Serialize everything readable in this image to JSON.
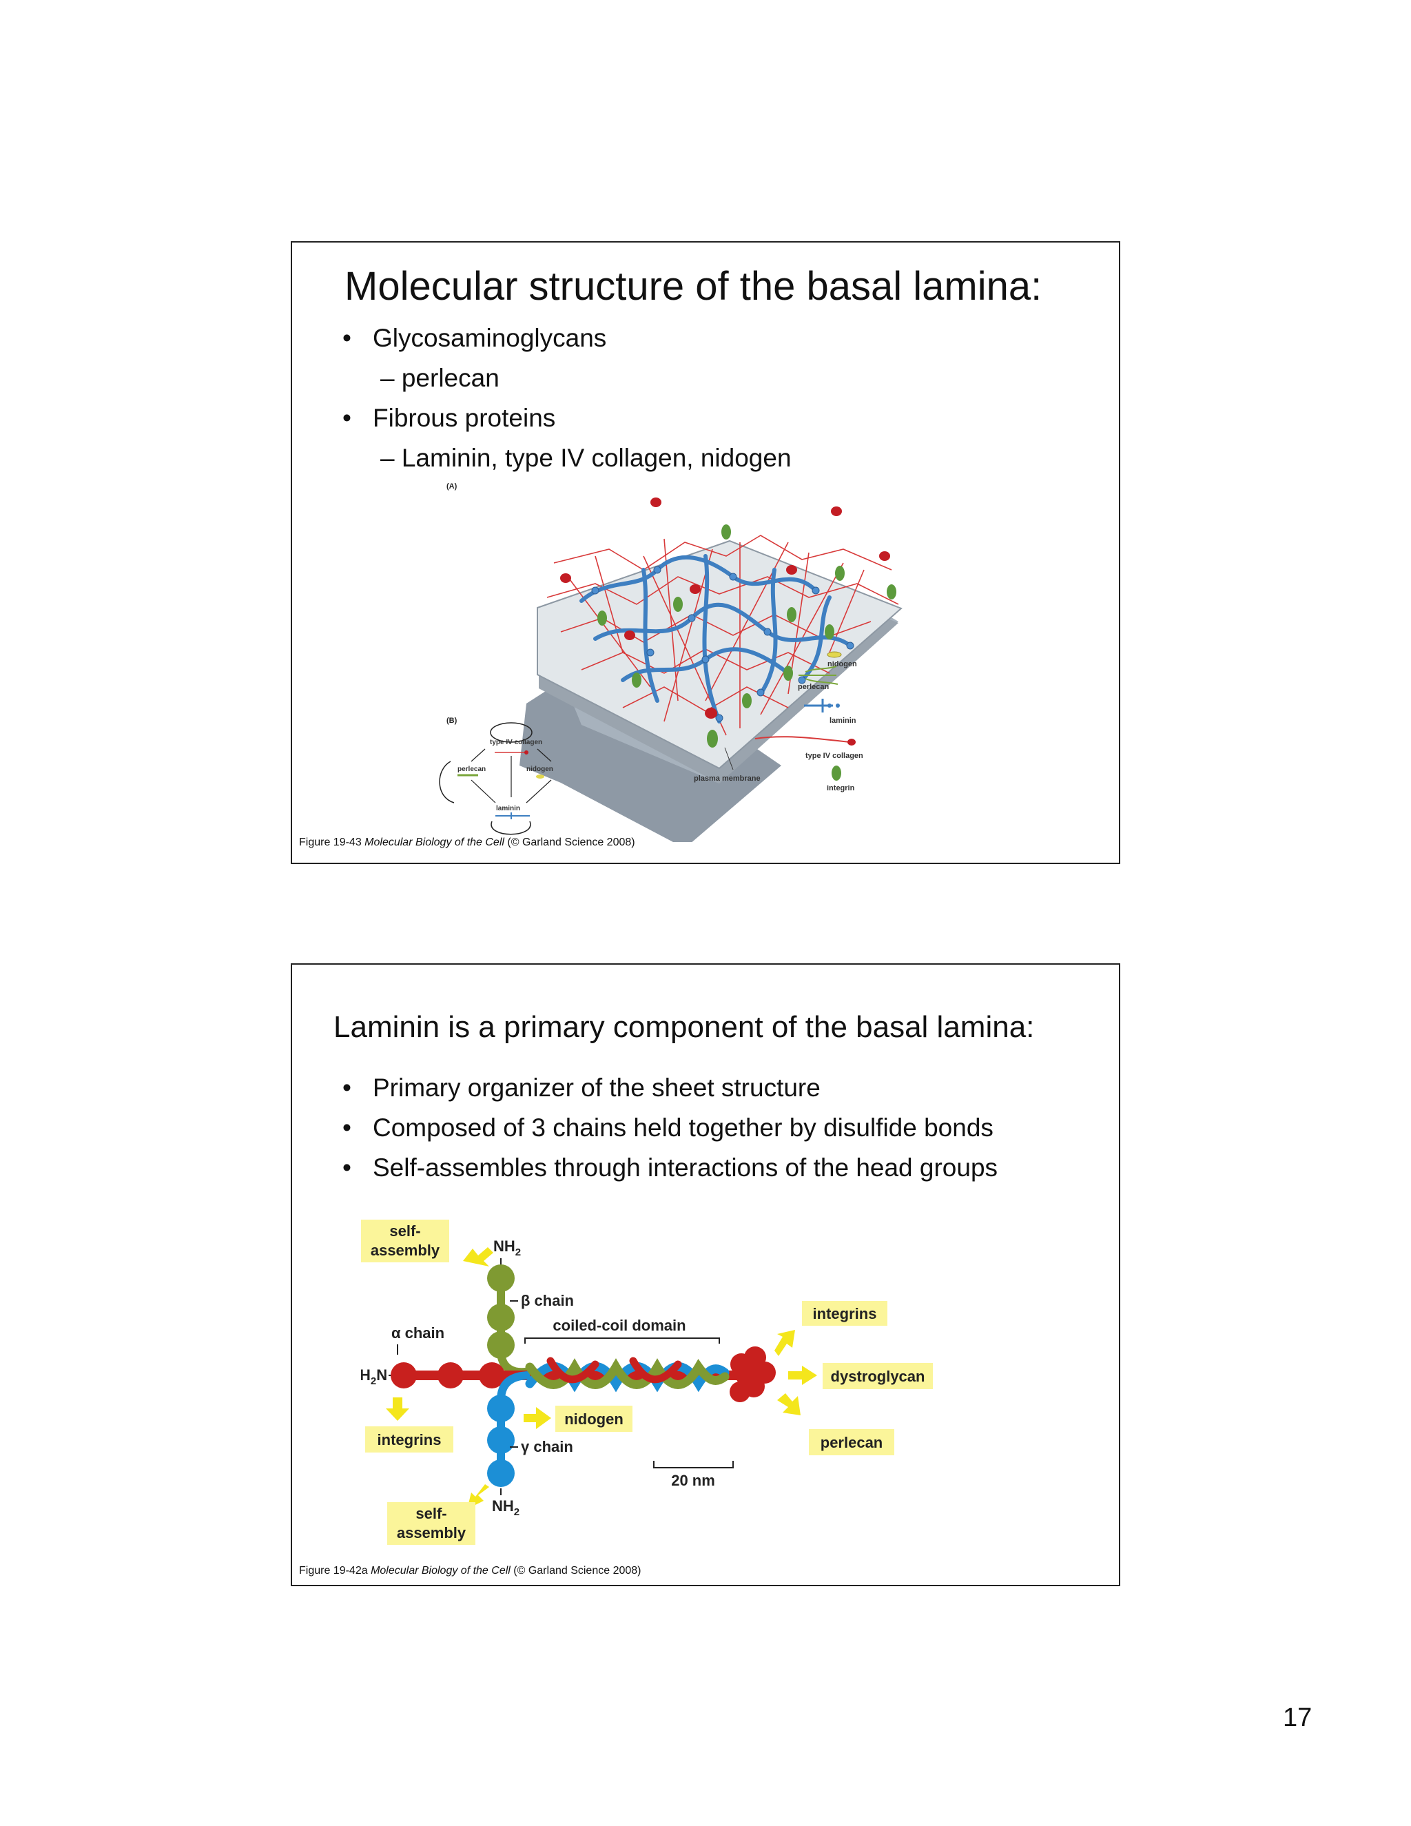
{
  "slide1": {
    "title": "Molecular structure of the basal lamina:",
    "bullets": [
      {
        "level": 1,
        "text": "Glycosaminoglycans"
      },
      {
        "level": 2,
        "text": "perlecan"
      },
      {
        "level": 1,
        "text": "Fibrous proteins"
      },
      {
        "level": 2,
        "text": "Laminin, type IV collagen, nidogen"
      }
    ],
    "figure": {
      "panel_a": "(A)",
      "panel_b": "(B)",
      "legend": [
        "nidogen",
        "perlecan",
        "laminin",
        "type IV collagen",
        "integrin"
      ],
      "membrane_label": "plasma membrane",
      "b_labels": {
        "top": "type IV collagen",
        "left": "perlecan",
        "right": "nidogen",
        "bottom": "laminin"
      }
    },
    "caption": {
      "prefix": "Figure 19-43 ",
      "book": "Molecular Biology of the Cell",
      "suffix": " (© Garland Science 2008)"
    }
  },
  "slide2": {
    "title": "Laminin is a primary component of the basal lamina:",
    "bullets": [
      {
        "level": 1,
        "text": "Primary organizer of the sheet structure"
      },
      {
        "level": 1,
        "text": "Composed of 3 chains held together by disulfide bonds"
      },
      {
        "level": 1,
        "text": "Self-assembles through interactions of the head groups"
      }
    ],
    "diagram": {
      "self_assembly_top": [
        "self-",
        "assembly"
      ],
      "nh2_top": "NH",
      "beta_chain": "β chain",
      "coiled_coil": "coiled-coil domain",
      "alpha_chain": "α chain",
      "h2n": "H",
      "integrins_left": "integrins",
      "nidogen": "nidogen",
      "gamma_chain": "γ chain",
      "nh2_bottom": "NH",
      "self_assembly_bottom": [
        "self-",
        "assembly"
      ],
      "integrins_right": "integrins",
      "dystroglycan": "dystroglycan",
      "perlecan": "perlecan",
      "scale": "20 nm",
      "subscript": "2",
      "colors": {
        "alpha": "#c8201e",
        "beta": "#7f9a32",
        "gamma": "#1c8fd6",
        "label_bg": "#fbf59a",
        "arrow": "#f4e61c"
      }
    },
    "caption": {
      "prefix": "Figure 19-42a ",
      "book": "Molecular Biology of the Cell",
      "suffix": " (© Garland Science 2008)"
    }
  },
  "page_number": "17"
}
